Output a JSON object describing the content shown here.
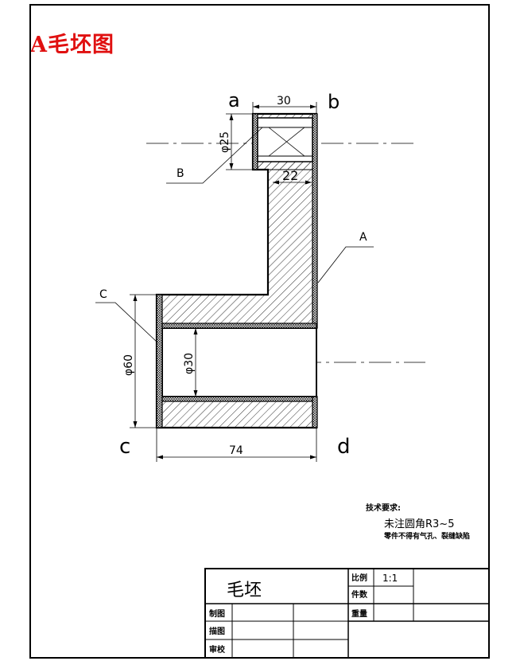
{
  "drawing": {
    "title": "A毛坯图",
    "accent_color": "#e01010",
    "point_labels": {
      "a": "a",
      "b": "b",
      "c": "c",
      "d": "d"
    },
    "leader_labels": {
      "A": "A",
      "B": "B",
      "C": "C"
    },
    "dimensions": {
      "top_width": "30",
      "flange_dia": "φ25",
      "offset": "22",
      "bore_dia": "φ30",
      "outer_dia": "φ60",
      "total_length": "74"
    },
    "tech_requirements": {
      "heading": "技术要求:",
      "line1": "未注圆角R3~5",
      "line2": "零件不得有气孔、裂缝缺陷"
    }
  },
  "title_block": {
    "part_name": "毛坯",
    "scale_label": "比例",
    "scale_value": "1:1",
    "quantity_label": "件数",
    "weight_label": "重量",
    "drawn_label": "制图",
    "traced_label": "描图",
    "checked_label": "审校"
  }
}
